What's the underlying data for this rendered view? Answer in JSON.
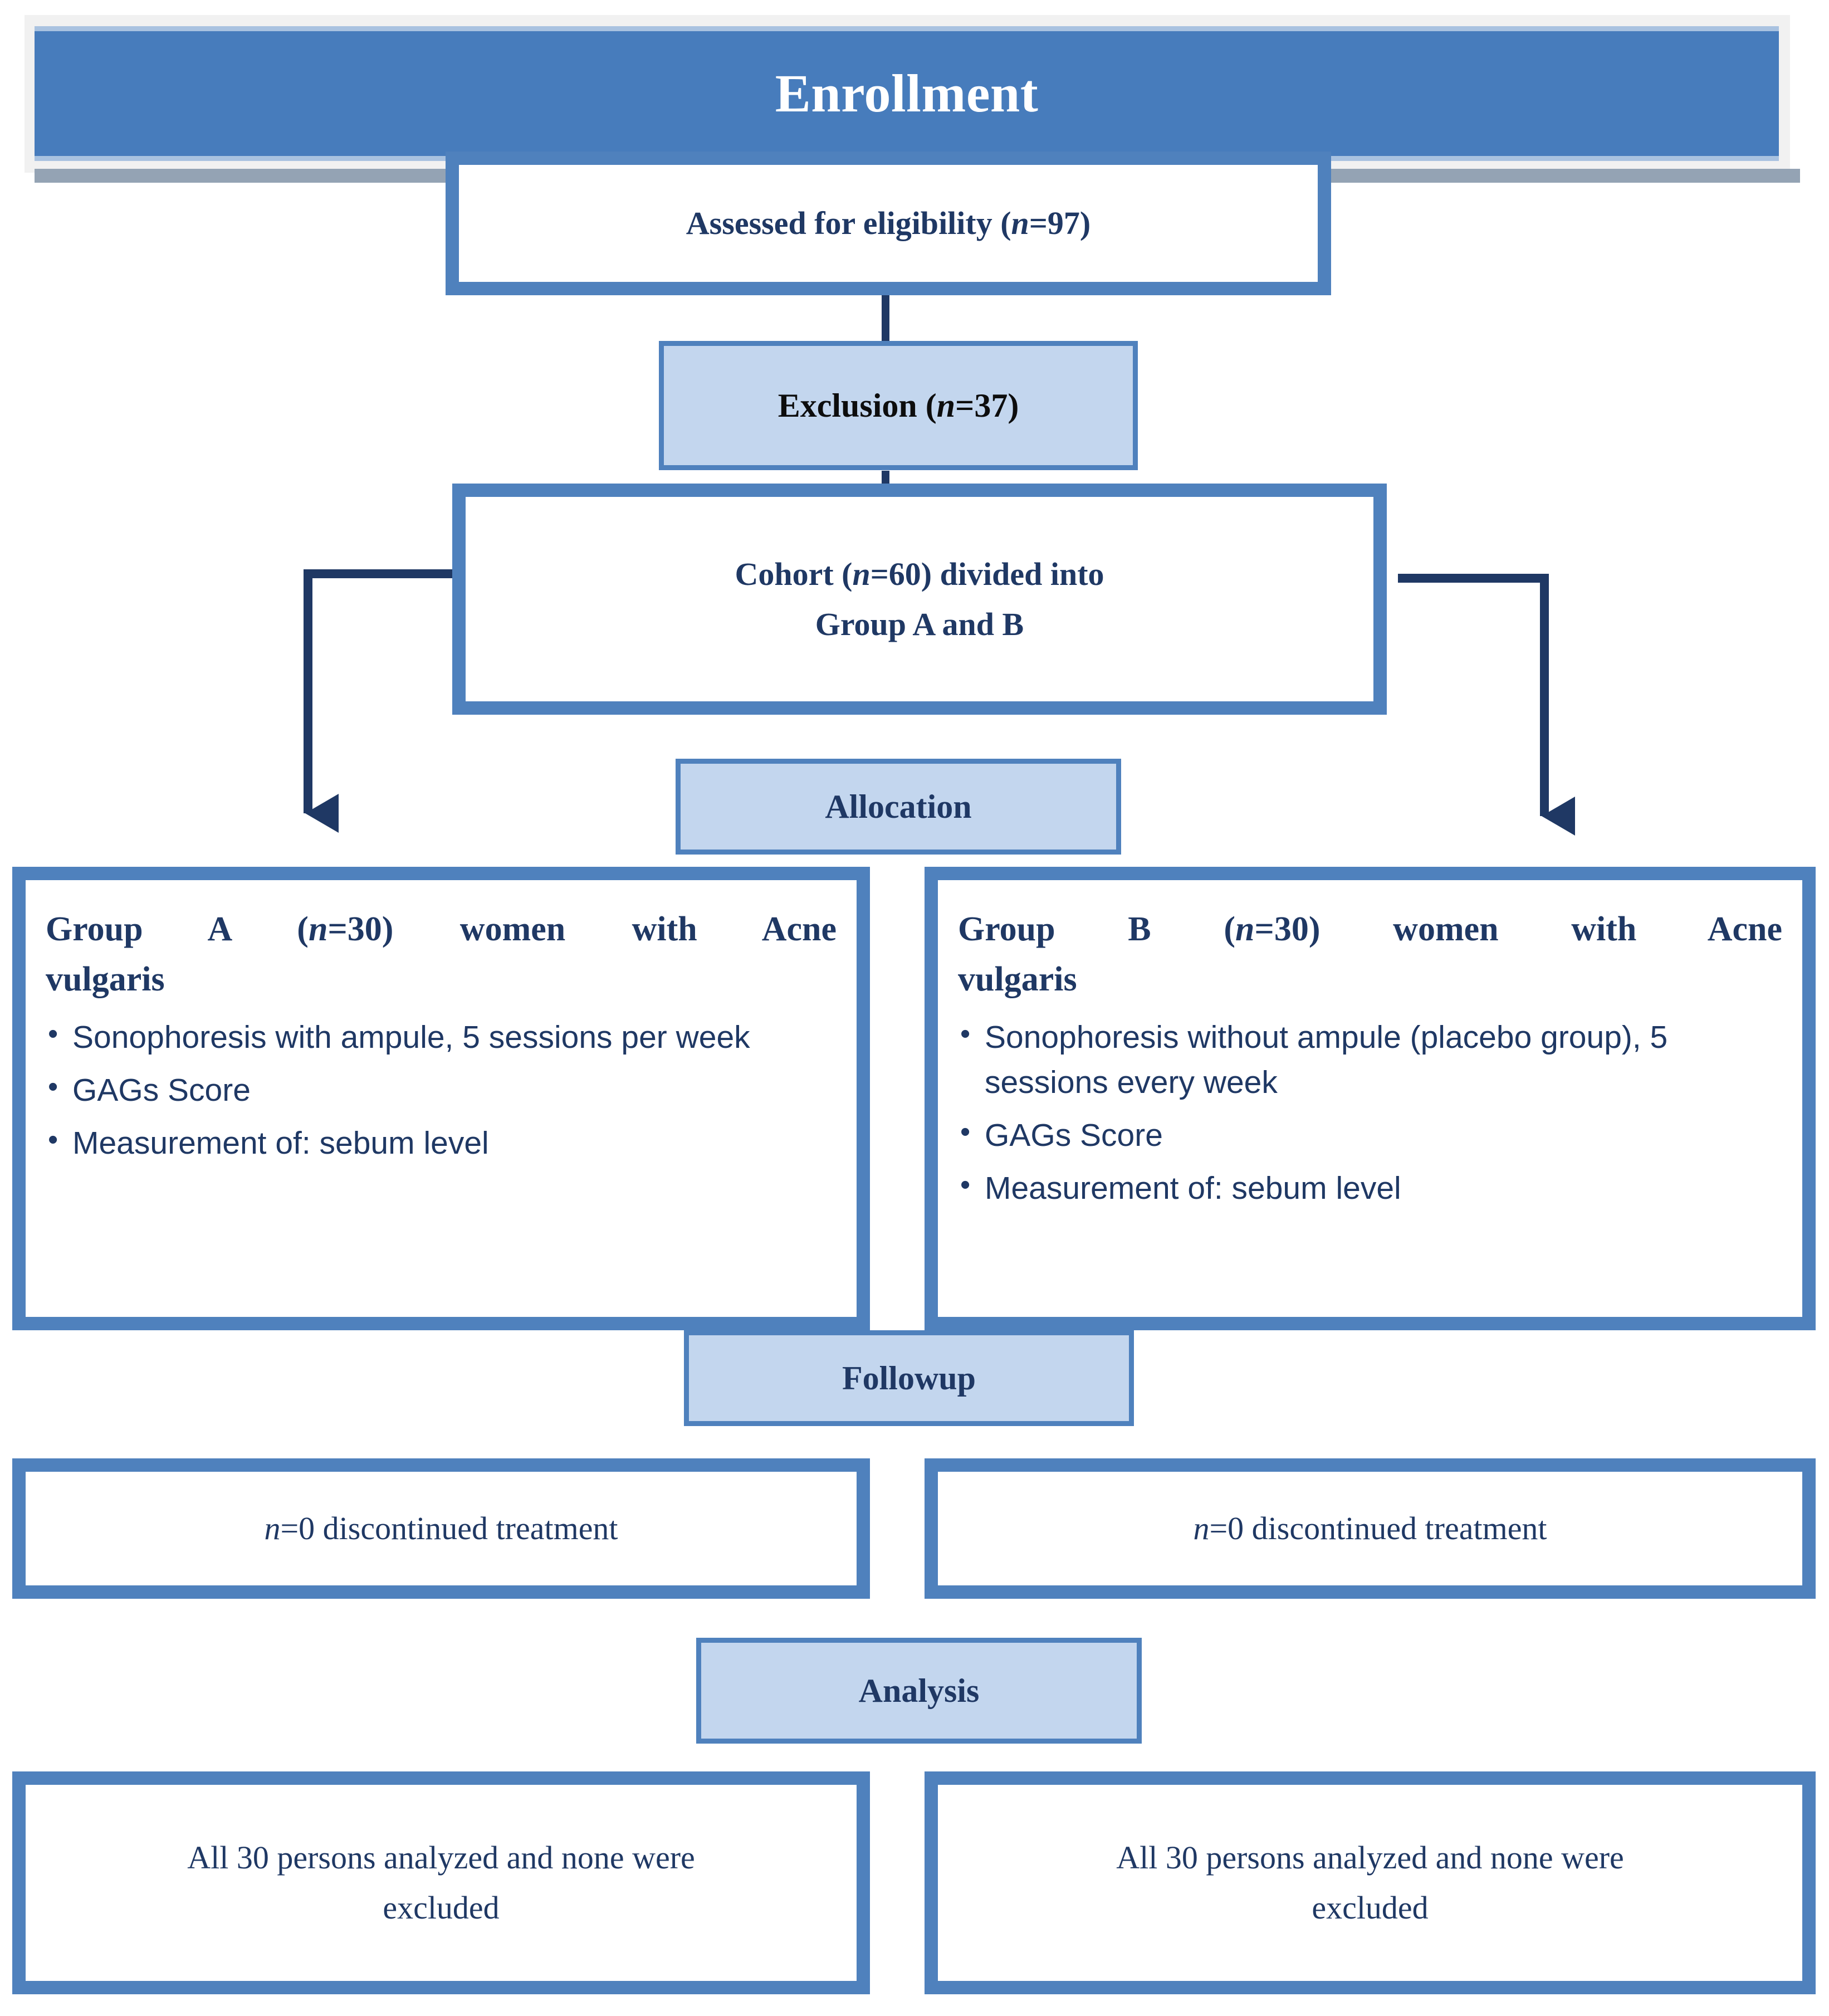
{
  "colors": {
    "banner_fill": "#477cbc",
    "banner_edge": "#a9c2e0",
    "banner_shadow": "#94a3b4",
    "banner_frame": "#f1f1f1",
    "box_border": "#4f81bd",
    "stage_fill": "#c3d6ee",
    "text_navy": "#1f3864",
    "text_black": "#0d0d0d",
    "arrow": "#1f3864"
  },
  "enrollment": {
    "banner_label": "Enrollment",
    "assessed_box": {
      "text_prefix": "Assessed for eligibility (",
      "italic_n": "n",
      "text_suffix": "=97)"
    }
  },
  "exclusion": {
    "text_prefix": "Exclusion (",
    "italic_n": "n",
    "text_suffix": "=37)"
  },
  "cohort": {
    "line1_prefix": "Cohort (",
    "italic_n": "n",
    "line1_suffix": "=60) divided into",
    "line2": "Group A and B"
  },
  "allocation": {
    "banner_label": "Allocation"
  },
  "groups": [
    {
      "id": "group-a",
      "head_prefix": "Group  A  (",
      "italic_n": "n",
      "head_mid": "=30)  women  with  Acne",
      "head_last": "vulgaris",
      "bullets": [
        "Sonophoresis with ampule, 5 sessions per week",
        "GAGs Score",
        "Measurement of: sebum level"
      ]
    },
    {
      "id": "group-b",
      "head_prefix": "Group  B  (",
      "italic_n": "n",
      "head_mid": "=30)  women  with  Acne",
      "head_last": "vulgaris",
      "bullets": [
        "Sonophoresis without ampule (placebo group), 5 sessions every week",
        "GAGs Score",
        "Measurement of: sebum level"
      ]
    }
  ],
  "followup": {
    "banner_label": "Followup",
    "left_box": {
      "italic_n": "n",
      "text": "=0 discontinued treatment"
    },
    "right_box": {
      "italic_n": "n",
      "text": "=0 discontinued treatment"
    }
  },
  "analysis": {
    "banner_label": "Analysis",
    "left_box": {
      "line1": "All 30 persons analyzed and none were",
      "line2": "excluded"
    },
    "right_box": {
      "line1": "All 30 persons analyzed and none were",
      "line2": "excluded"
    }
  }
}
